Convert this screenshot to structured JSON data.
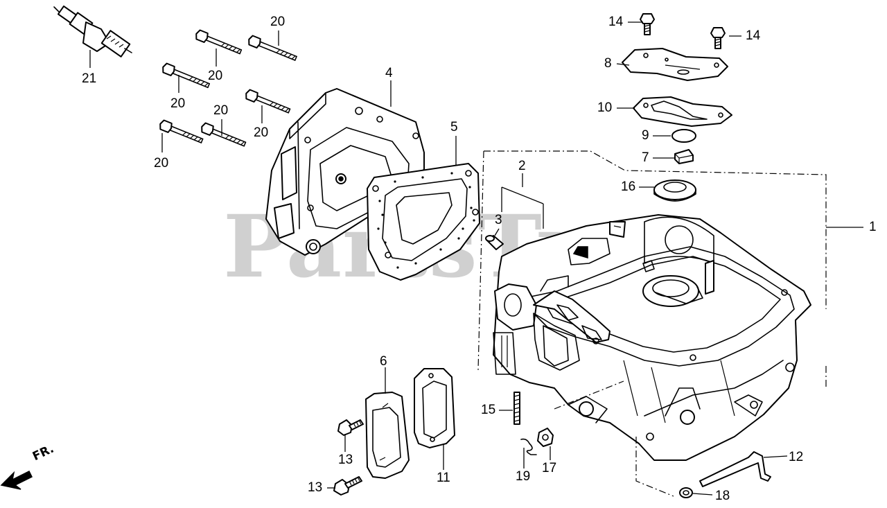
{
  "diagram": {
    "watermark": "PartsTree",
    "direction_label": "FR.",
    "callouts": {
      "c1": "1",
      "c2": "2",
      "c3": "3",
      "c4": "4",
      "c5": "5",
      "c6": "6",
      "c7": "7",
      "c8": "8",
      "c9": "9",
      "c10": "10",
      "c11": "11",
      "c12": "12",
      "c13a": "13",
      "c13b": "13",
      "c14a": "14",
      "c14b": "14",
      "c15": "15",
      "c16": "16",
      "c17": "17",
      "c18": "18",
      "c19": "19",
      "c20a": "20",
      "c20b": "20",
      "c20c": "20",
      "c20d": "20",
      "c20e": "20",
      "c20f": "20",
      "c21": "21"
    }
  }
}
